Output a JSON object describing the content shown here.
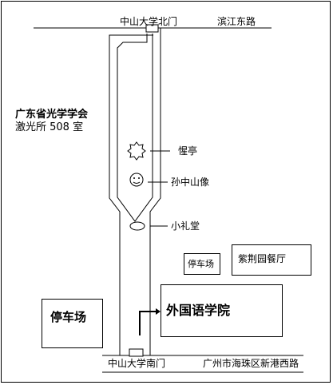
{
  "roads": {
    "north_gate": "中山大学北门",
    "north_road": "滨江东路",
    "south_gate": "中山大学南门",
    "south_road": "广州市海珠区新港西路"
  },
  "society": {
    "name": "广东省光学学会",
    "address": "激光所 508 室"
  },
  "landmarks": {
    "pavilion": "惺亭",
    "statue": "孙中山像",
    "hall": "小礼堂"
  },
  "buildings": {
    "parking_small": "停车场",
    "restaurant": "紫荆园餐厅",
    "parking_large": "停车场",
    "school": "外国语学院"
  },
  "colors": {
    "line": "#000000",
    "star": "#ff0000"
  },
  "icons": {
    "pavilion": "starburst-icon",
    "statue": "smiley-face-icon",
    "hall": "ellipse-icon",
    "destination": "star-icon",
    "route": "arrow-icon"
  }
}
